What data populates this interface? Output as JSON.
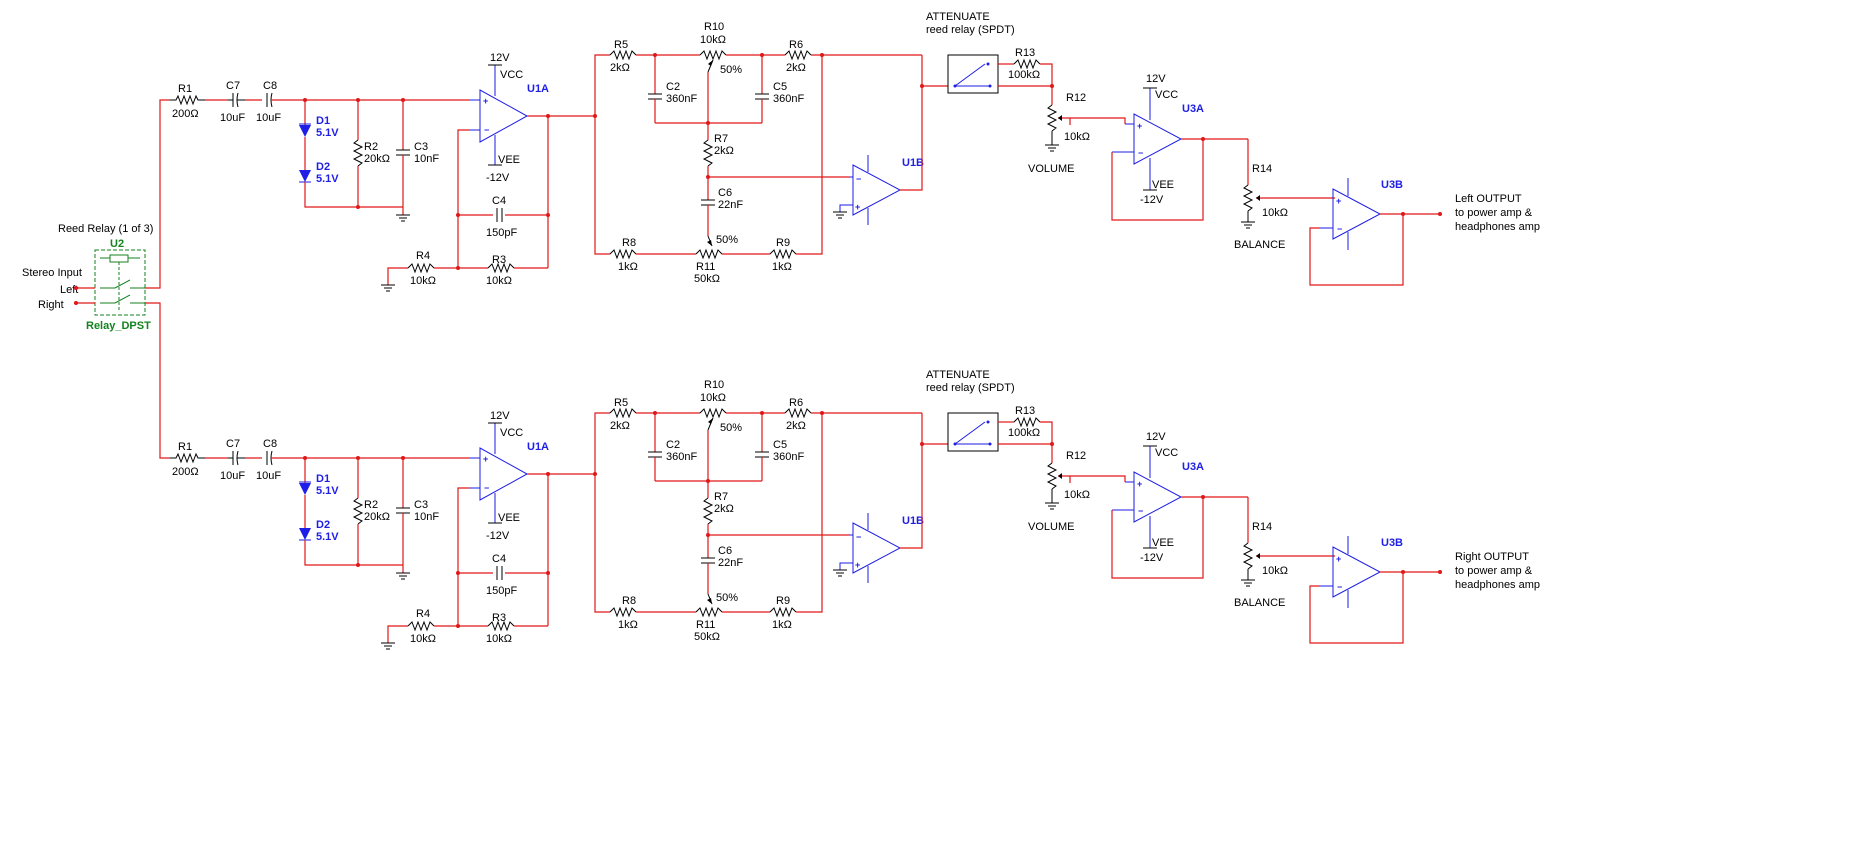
{
  "relay": {
    "caption": "Reed Relay (1 of 3)",
    "ref": "U2",
    "part": "Relay_DPST",
    "input_label": "Stereo Input",
    "left_label": "Left",
    "right_label": "Right"
  },
  "channels": [
    {
      "R1": "R1",
      "R1v": "200Ω",
      "C7": "C7",
      "C7v": "10uF",
      "C8": "C8",
      "C8v": "10uF",
      "D1": "D1",
      "D1v": "5.1V",
      "D2": "D2",
      "D2v": "5.1V",
      "R2": "R2",
      "R2v": "20kΩ",
      "C3": "C3",
      "C3v": "10nF",
      "U1A": "U1A",
      "vcc": "12V",
      "vccl": "VCC",
      "vee": "VEE",
      "veev": "-12V",
      "C4": "C4",
      "C4v": "150pF",
      "R4": "R4",
      "R4v": "10kΩ",
      "R3": "R3",
      "R3v": "10kΩ",
      "R5": "R5",
      "R5v": "2kΩ",
      "R10": "R10",
      "R10v": "10kΩ",
      "R10p": "50%",
      "R6": "R6",
      "R6v": "2kΩ",
      "C2": "C2",
      "C2v": "360nF",
      "C5": "C5",
      "C5v": "360nF",
      "R7": "R7",
      "R7v": "2kΩ",
      "C6": "C6",
      "C6v": "22nF",
      "R8": "R8",
      "R8v": "1kΩ",
      "R11": "R11",
      "R11v": "50kΩ",
      "R11p": "50%",
      "R9": "R9",
      "R9v": "1kΩ",
      "U1B": "U1B",
      "att1": "ATTENUATE",
      "att2": "reed relay (SPDT)",
      "R13": "R13",
      "R13v": "100kΩ",
      "R12": "R12",
      "R12v": "10kΩ",
      "volume": "VOLUME",
      "U3A": "U3A",
      "vcc3": "12V",
      "vccl3": "VCC",
      "vee3": "VEE",
      "veev3": "-12V",
      "R14": "R14",
      "R14v": "10kΩ",
      "balance": "BALANCE",
      "U3B": "U3B",
      "out1": "Left OUTPUT",
      "out2": "to power amp &",
      "out3": "headphones amp"
    },
    {
      "R1": "R1",
      "R1v": "200Ω",
      "C7": "C7",
      "C7v": "10uF",
      "C8": "C8",
      "C8v": "10uF",
      "D1": "D1",
      "D1v": "5.1V",
      "D2": "D2",
      "D2v": "5.1V",
      "R2": "R2",
      "R2v": "20kΩ",
      "C3": "C3",
      "C3v": "10nF",
      "U1A": "U1A",
      "vcc": "12V",
      "vccl": "VCC",
      "vee": "VEE",
      "veev": "-12V",
      "C4": "C4",
      "C4v": "150pF",
      "R4": "R4",
      "R4v": "10kΩ",
      "R3": "R3",
      "R3v": "10kΩ",
      "R5": "R5",
      "R5v": "2kΩ",
      "R10": "R10",
      "R10v": "10kΩ",
      "R10p": "50%",
      "R6": "R6",
      "R6v": "2kΩ",
      "C2": "C2",
      "C2v": "360nF",
      "C5": "C5",
      "C5v": "360nF",
      "R7": "R7",
      "R7v": "2kΩ",
      "C6": "C6",
      "C6v": "22nF",
      "R8": "R8",
      "R8v": "1kΩ",
      "R11": "R11",
      "R11v": "50kΩ",
      "R11p": "50%",
      "R9": "R9",
      "R9v": "1kΩ",
      "U1B": "U1B",
      "att1": "ATTENUATE",
      "att2": "reed relay (SPDT)",
      "R13": "R13",
      "R13v": "100kΩ",
      "R12": "R12",
      "R12v": "10kΩ",
      "volume": "VOLUME",
      "U3A": "U3A",
      "vcc3": "12V",
      "vccl3": "VCC",
      "vee3": "VEE",
      "veev3": "-12V",
      "R14": "R14",
      "R14v": "10kΩ",
      "balance": "BALANCE",
      "U3B": "U3B",
      "out1": "Right OUTPUT",
      "out2": "to power amp &",
      "out3": "headphones amp"
    }
  ],
  "colors": {
    "wire": "#e01818",
    "component": "#000000",
    "opamp": "#1e1ee6",
    "relay": "#14821e"
  }
}
